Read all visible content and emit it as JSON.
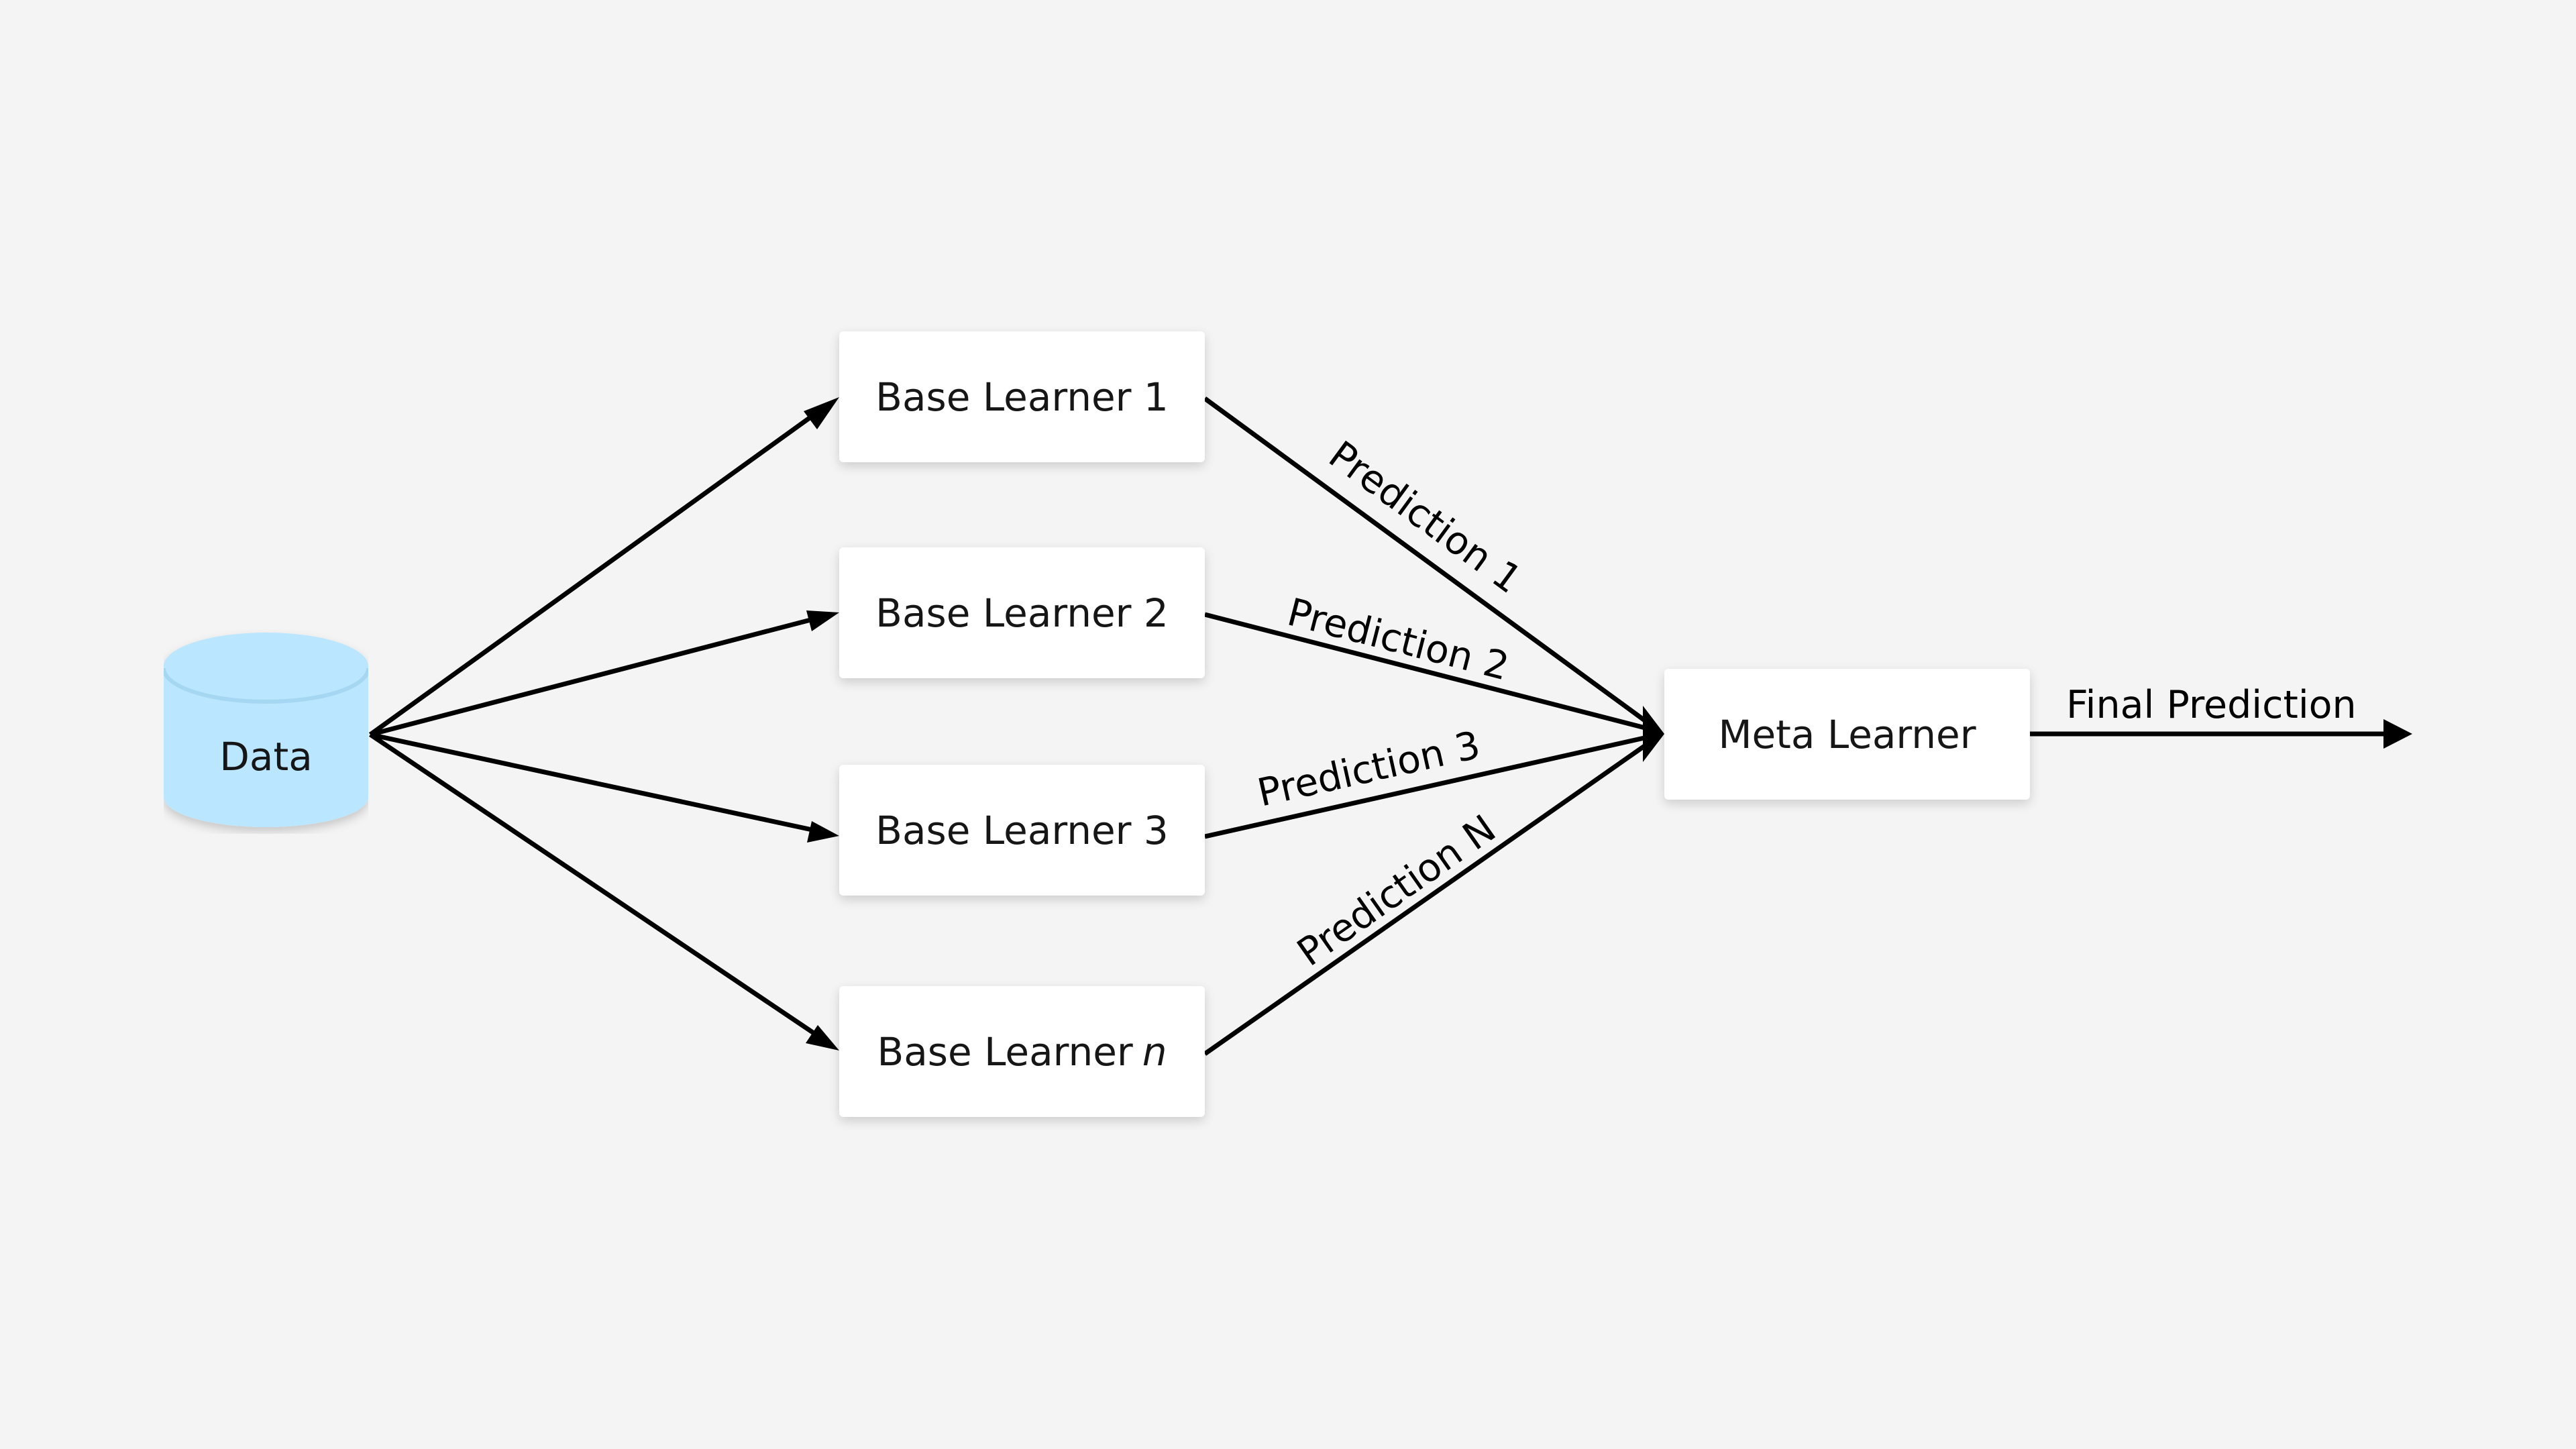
{
  "diagram": {
    "data_node": {
      "label": "Data",
      "color": "#bae6ff"
    },
    "base_learners": [
      {
        "label": "Base Learner 1",
        "suffix": ""
      },
      {
        "label": "Base Learner 2",
        "suffix": ""
      },
      {
        "label": "Base Learner 3",
        "suffix": ""
      },
      {
        "label": "Base Learner",
        "suffix": "n"
      }
    ],
    "meta_learner": {
      "label": "Meta Learner"
    },
    "edges": {
      "prediction_1": "Prediction 1",
      "prediction_2": "Prediction 2",
      "prediction_3": "Prediction 3",
      "prediction_n": "Prediction N",
      "final": "Final Prediction"
    }
  }
}
